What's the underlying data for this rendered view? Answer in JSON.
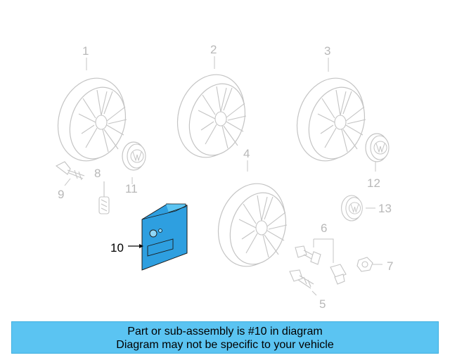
{
  "diagram": {
    "callouts": {
      "c1": "1",
      "c2": "2",
      "c3": "3",
      "c4": "4",
      "c5": "5",
      "c6": "6",
      "c7": "7",
      "c8": "8",
      "c9": "9",
      "c10": "10",
      "c11": "11",
      "c12": "12",
      "c13": "13"
    },
    "highlight_color": "#3aaee8",
    "line_color": "#c4c4c4"
  },
  "banner": {
    "line1": "Part or sub-assembly is #10 in diagram",
    "line2": "Diagram may not be specific to your vehicle",
    "color": "#5bc4f2"
  }
}
